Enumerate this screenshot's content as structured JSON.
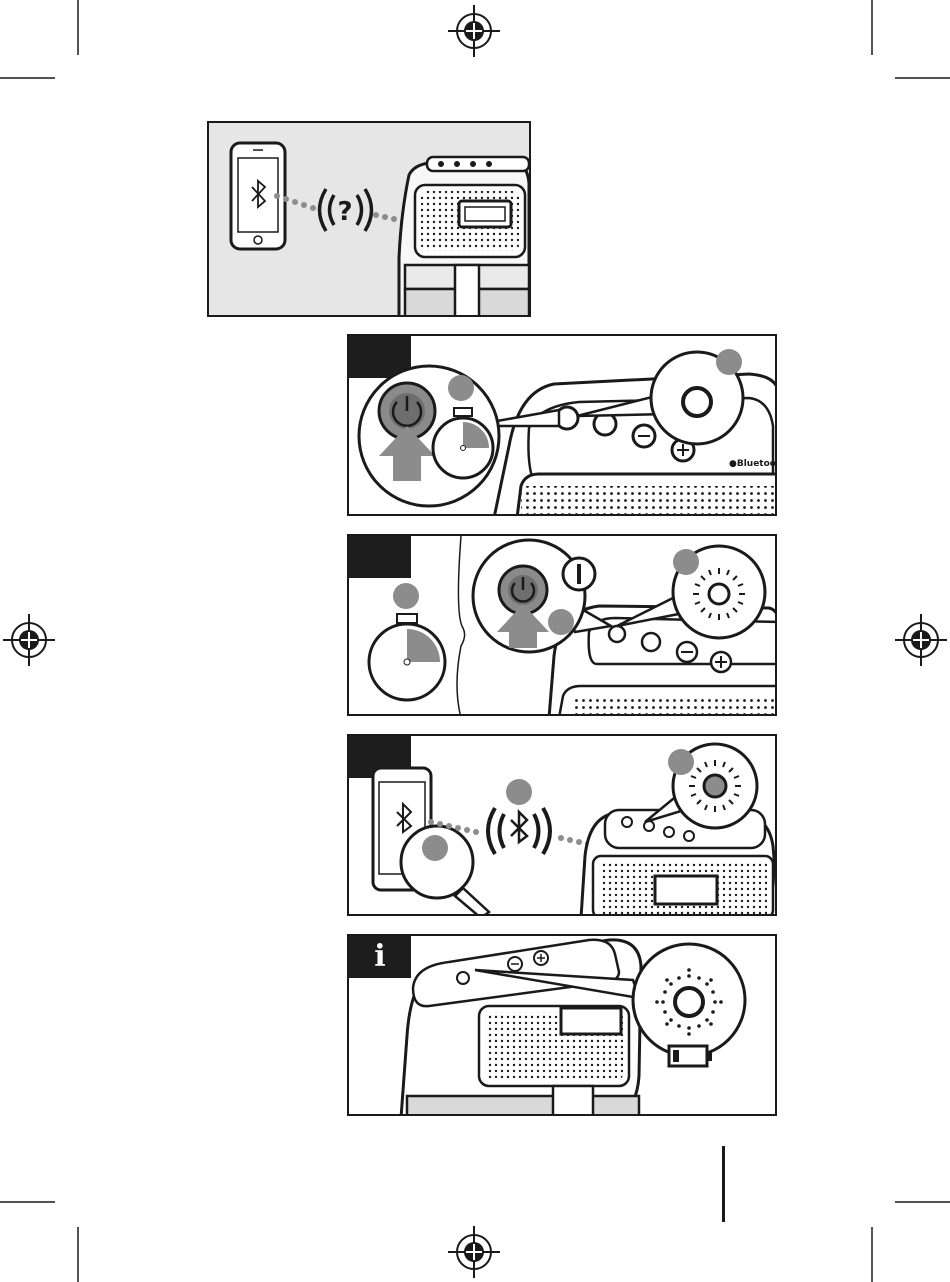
{
  "print_marks": {
    "registration_icon": "crosshair-circle-icon",
    "crop_mark_color": "#1a1a1a"
  },
  "panels": [
    {
      "id": "overview",
      "step_label": "",
      "icons": [
        "phone-icon",
        "bluetooth-icon",
        "signal-question-icon",
        "speaker-icon"
      ]
    },
    {
      "id": "step-1",
      "step_label": "",
      "icons": [
        "power-button-icon",
        "press-arrow-icon",
        "stopwatch-icon",
        "led-off-icon"
      ]
    },
    {
      "id": "step-2",
      "step_label": "",
      "icons": [
        "stopwatch-icon",
        "power-button-icon",
        "press-arrow-icon",
        "led-blinking-icon"
      ]
    },
    {
      "id": "step-3",
      "step_label": "",
      "icons": [
        "phone-icon",
        "bluetooth-icon",
        "magnifier-icon",
        "signal-bluetooth-icon",
        "led-on-icon"
      ]
    },
    {
      "id": "info",
      "step_label": "i",
      "icons": [
        "info-icon",
        "led-blinking-icon",
        "battery-low-icon"
      ]
    }
  ],
  "colors": {
    "ink": "#1a1a1a",
    "panel_bg_overview": "#e6e6e6",
    "marker_gray": "#8c8c8c",
    "button_gray": "#7a7a7a",
    "tab_bg": "#1d1d1d"
  }
}
